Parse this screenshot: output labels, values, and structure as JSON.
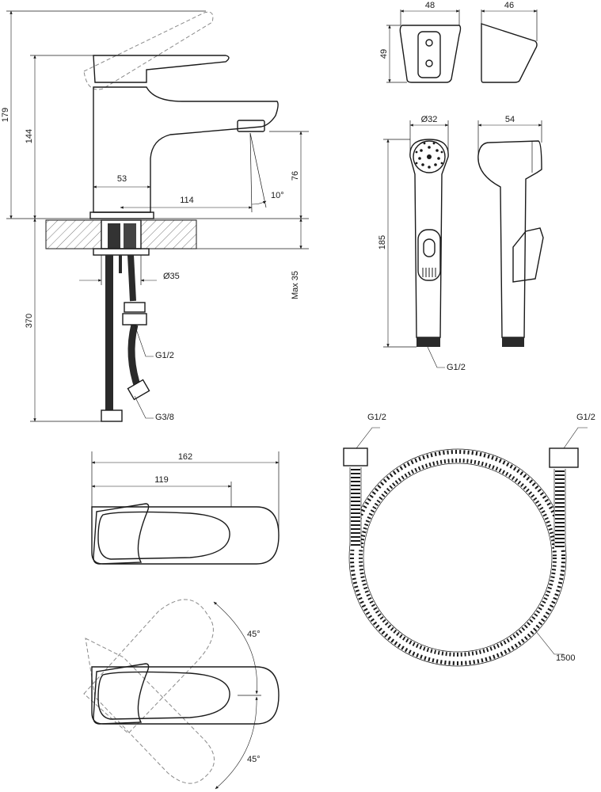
{
  "faucet_side": {
    "total_height": "179",
    "spout_height": "144",
    "body_width": "53",
    "reach": "114",
    "spout_clearance": "76",
    "spout_angle": "10°",
    "hole_diameter": "Ø35",
    "max_deck": "Max 35",
    "hose_length": "370",
    "connector_top": "G1/2",
    "connector_bottom": "G3/8"
  },
  "holder": {
    "width": "48",
    "height": "49",
    "depth": "46"
  },
  "handshower": {
    "head_diameter": "Ø32",
    "side_width": "54",
    "length": "185",
    "thread": "G1/2"
  },
  "faucet_top": {
    "overall_length": "162",
    "lever_length": "119"
  },
  "faucet_rotation": {
    "angle_up": "45°",
    "angle_down": "45°"
  },
  "hose": {
    "left_connector": "G1/2",
    "right_connector": "G1/2",
    "length": "1500"
  }
}
